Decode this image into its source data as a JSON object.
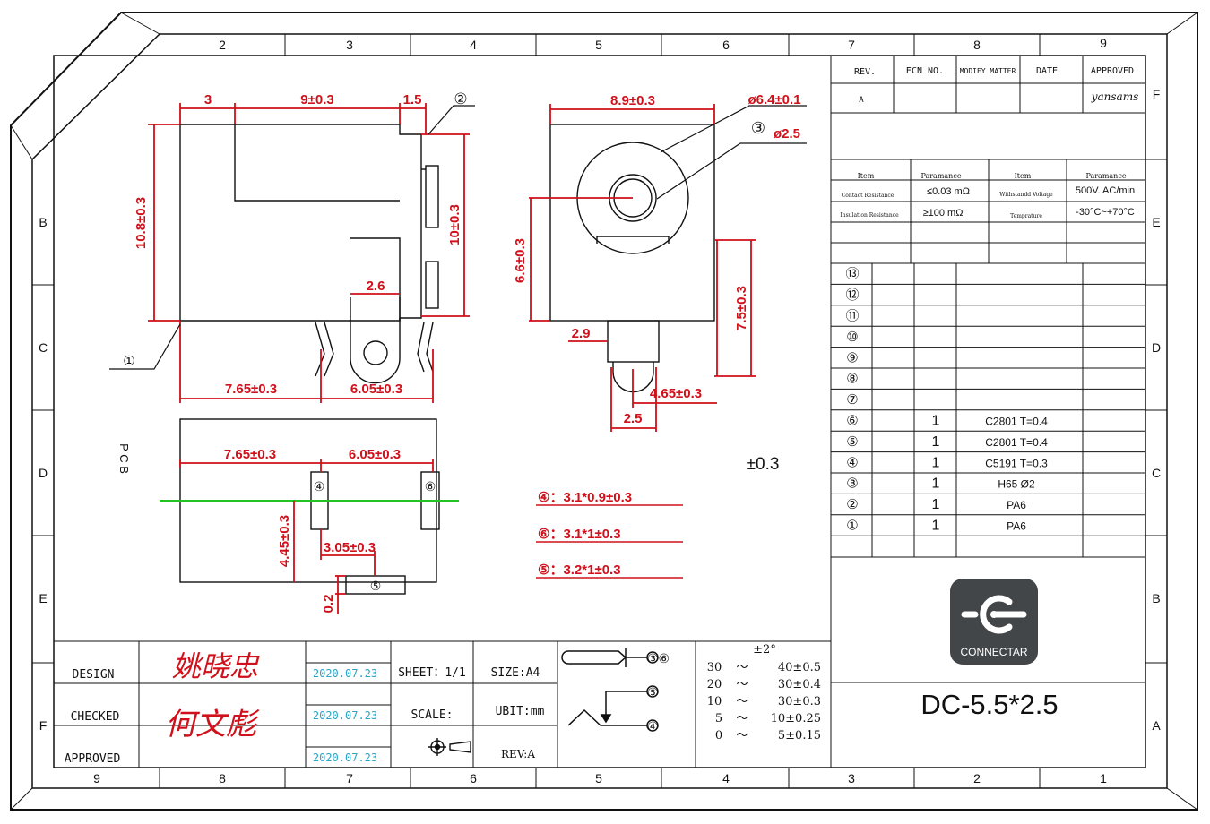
{
  "border": {
    "top_cols": [
      "2",
      "3",
      "4",
      "5",
      "6",
      "7",
      "8",
      "9"
    ],
    "bottom_cols": [
      "9",
      "8",
      "7",
      "6",
      "5",
      "4",
      "3",
      "2",
      "1"
    ],
    "left_rows": [
      "B",
      "C",
      "D",
      "E",
      "F"
    ],
    "right_rows": [
      "F",
      "E",
      "D",
      "C",
      "B",
      "A"
    ]
  },
  "revision": {
    "headers": [
      "REV.",
      "ECN NO.",
      "MODIEY MATTER",
      "DATE",
      "APPROVED"
    ],
    "row": [
      "A",
      "",
      "",
      "",
      "yansams"
    ]
  },
  "params": {
    "headers": [
      "Item",
      "Paramance",
      "Item",
      "Paramance"
    ],
    "rows": [
      [
        "Contact Resistance",
        "≤0.03 mΩ",
        "Withstandd Voltage",
        "500V. AC/min"
      ],
      [
        "Insulation Resistance",
        "≥100 mΩ",
        "Temprature",
        "-30°C~+70°C"
      ]
    ]
  },
  "bom": {
    "rows": [
      {
        "no": "⑬",
        "qty": "",
        "material": ""
      },
      {
        "no": "⑫",
        "qty": "",
        "material": ""
      },
      {
        "no": "⑪",
        "qty": "",
        "material": ""
      },
      {
        "no": "⑩",
        "qty": "",
        "material": ""
      },
      {
        "no": "⑨",
        "qty": "",
        "material": ""
      },
      {
        "no": "⑧",
        "qty": "",
        "material": ""
      },
      {
        "no": "⑦",
        "qty": "",
        "material": ""
      },
      {
        "no": "⑥",
        "qty": "1",
        "material": "C2801 T=0.4"
      },
      {
        "no": "⑤",
        "qty": "1",
        "material": "C2801 T=0.4"
      },
      {
        "no": "④",
        "qty": "1",
        "material": "C5191 T=0.3"
      },
      {
        "no": "③",
        "qty": "1",
        "material": "H65 Ø2"
      },
      {
        "no": "②",
        "qty": "1",
        "material": "PA6"
      },
      {
        "no": "①",
        "qty": "1",
        "material": "PA6"
      }
    ]
  },
  "logo": {
    "name": "CONNECTAR"
  },
  "part_number": "DC-5.5*2.5",
  "title_block": {
    "labels": [
      "DESIGN",
      "CHECKED",
      "APPROVED"
    ],
    "dates": [
      "2020.07.23",
      "2020.07.23",
      "2020.07.23"
    ],
    "signatures": [
      "姚晓忠",
      "何文彪"
    ],
    "sheet": "SHEET：1/1",
    "size": "SIZE:A4",
    "scale": "SCALE:",
    "unit": "UBIT:mm",
    "rev": "REV:A"
  },
  "tolerance": {
    "angle": "±2°",
    "rows": [
      [
        "30",
        "～",
        "40±0.5"
      ],
      [
        "20",
        "～",
        "30±0.4"
      ],
      [
        "10",
        "～",
        "30±0.3"
      ],
      [
        "5",
        "～",
        "10±0.25"
      ],
      [
        "0",
        "～",
        "5±0.15"
      ]
    ]
  },
  "schematic_labels": [
    "③⑥",
    "⑤",
    "④"
  ],
  "dims": {
    "side": [
      "3",
      "9±0.3",
      "1.5",
      "10.8±0.3",
      "10±0.3",
      "2.6",
      "7.65±0.3",
      "6.05±0.3"
    ],
    "front": [
      "8.9±0.3",
      "ø6.4±0.1",
      "ø2.5",
      "6.6±0.3",
      "7.5±0.3",
      "2.9",
      "4.65±0.3",
      "2.5"
    ],
    "pcb": [
      "7.65±0.3",
      "6.05±0.3",
      "4.45±0.3",
      "3.05±0.3",
      "0.2"
    ],
    "pcb_label": "P C B",
    "general_tol": "±0.3"
  },
  "callouts": [
    "①",
    "②",
    "③",
    "④",
    "⑤",
    "⑥"
  ],
  "pin_sizes": [
    "④：3.1*0.9±0.3",
    "⑥：3.1*1±0.3",
    "⑤：3.2*1±0.3"
  ]
}
